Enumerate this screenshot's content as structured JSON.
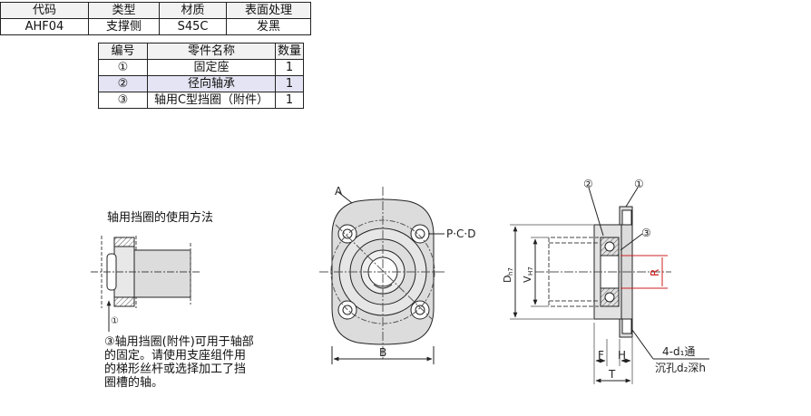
{
  "spec_table": {
    "headers": [
      "代码",
      "类型",
      "材质",
      "表面处理"
    ],
    "row": [
      "AHF04",
      "支撑侧",
      "S45C",
      "发黑"
    ]
  },
  "parts_table": {
    "headers": [
      "编号",
      "零件名称",
      "数量"
    ],
    "rows": [
      {
        "no": "①",
        "name": "固定座",
        "qty": "1"
      },
      {
        "no": "②",
        "name": "径向轴承",
        "qty": "1"
      },
      {
        "no": "③",
        "name": "轴用C型挡圈（附件）",
        "qty": "1"
      }
    ]
  },
  "usage": {
    "title": "轴用挡圈的使用方法",
    "note_lines": [
      "③轴用挡圈(附件)可用于轴部",
      "的固定。请使用支座组件用",
      "的梯形丝杆或选择加工了挡",
      "圈槽的轴。"
    ],
    "marker": "①"
  },
  "front_view": {
    "label_a": "A",
    "label_pcd": "P·C·D",
    "label_b": "B"
  },
  "side_view": {
    "callout_1": "①",
    "callout_2": "②",
    "callout_3": "③",
    "label_dh7": "D",
    "label_dh7_sub": "h7",
    "label_vh7": "V",
    "label_vh7_sub": "H7",
    "label_r": "R",
    "label_f": "F",
    "label_h": "H",
    "label_t": "T",
    "hole_line1": "4-d₁通",
    "hole_line2": "沉孔d₂深h"
  },
  "colors": {
    "line": "#222222",
    "fill_gray": "#dcdcdc",
    "fill_light": "#ececec",
    "highlight_row": "#e4e4f4",
    "dim_red": "#cc2222"
  }
}
